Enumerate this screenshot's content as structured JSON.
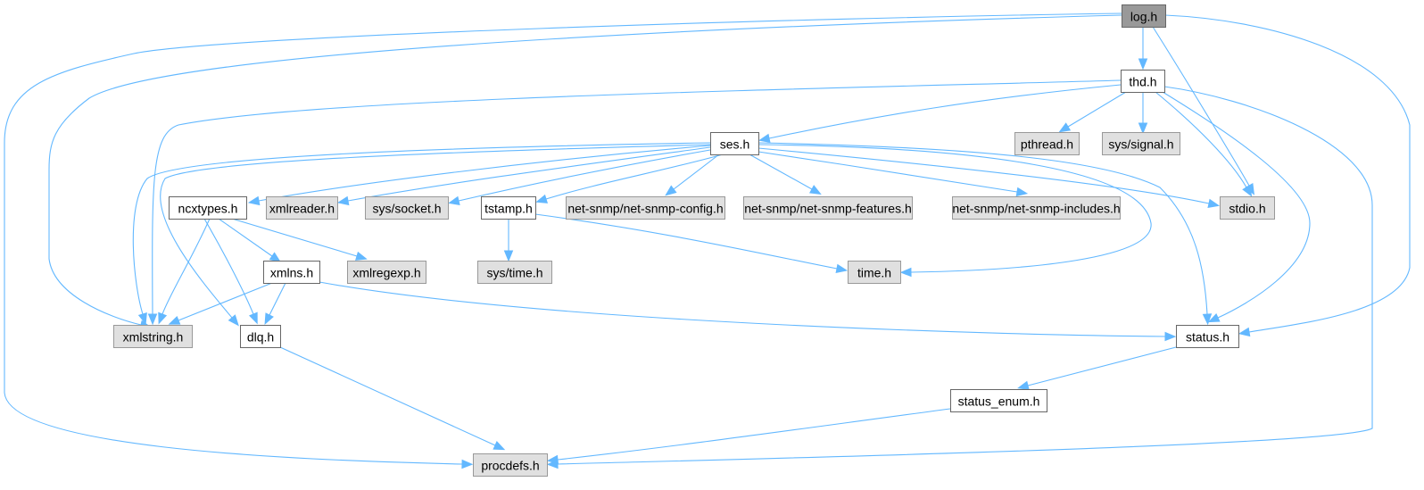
{
  "title": "Include dependency graph for log.h",
  "colors": {
    "edge": "#63b8ff",
    "root_fill": "#999999",
    "local_fill": "#ffffff",
    "external_fill": "#e0e0e0",
    "border_dark": "#666666",
    "border_light": "#999999"
  },
  "nodes": [
    {
      "id": "log",
      "label": "log.h",
      "kind": "root"
    },
    {
      "id": "thd",
      "label": "thd.h",
      "kind": "local"
    },
    {
      "id": "pthread",
      "label": "pthread.h",
      "kind": "ext"
    },
    {
      "id": "signal",
      "label": "sys/signal.h",
      "kind": "ext"
    },
    {
      "id": "ses",
      "label": "ses.h",
      "kind": "local"
    },
    {
      "id": "ncxtypes",
      "label": "ncxtypes.h",
      "kind": "local"
    },
    {
      "id": "xmlreader",
      "label": "xmlreader.h",
      "kind": "ext"
    },
    {
      "id": "socket",
      "label": "sys/socket.h",
      "kind": "ext"
    },
    {
      "id": "tstamp",
      "label": "tstamp.h",
      "kind": "local"
    },
    {
      "id": "nsconfig",
      "label": "net-snmp/net-snmp-config.h",
      "kind": "ext"
    },
    {
      "id": "nsfeatures",
      "label": "net-snmp/net-snmp-features.h",
      "kind": "ext"
    },
    {
      "id": "nsincludes",
      "label": "net-snmp/net-snmp-includes.h",
      "kind": "ext"
    },
    {
      "id": "stdio",
      "label": "stdio.h",
      "kind": "ext"
    },
    {
      "id": "xmlns",
      "label": "xmlns.h",
      "kind": "local"
    },
    {
      "id": "xmlregexp",
      "label": "xmlregexp.h",
      "kind": "ext"
    },
    {
      "id": "systime",
      "label": "sys/time.h",
      "kind": "ext"
    },
    {
      "id": "time",
      "label": "time.h",
      "kind": "ext"
    },
    {
      "id": "xmlstring",
      "label": "xmlstring.h",
      "kind": "ext"
    },
    {
      "id": "dlq",
      "label": "dlq.h",
      "kind": "local"
    },
    {
      "id": "status",
      "label": "status.h",
      "kind": "local"
    },
    {
      "id": "status_enum",
      "label": "status_enum.h",
      "kind": "local"
    },
    {
      "id": "procdefs",
      "label": "procdefs.h",
      "kind": "ext"
    }
  ],
  "edges": [
    [
      "log",
      "thd"
    ],
    [
      "log",
      "stdio"
    ],
    [
      "log",
      "status"
    ],
    [
      "log",
      "xmlstring"
    ],
    [
      "log",
      "procdefs"
    ],
    [
      "thd",
      "pthread"
    ],
    [
      "thd",
      "signal"
    ],
    [
      "thd",
      "ses"
    ],
    [
      "thd",
      "stdio"
    ],
    [
      "thd",
      "status"
    ],
    [
      "thd",
      "xmlstring"
    ],
    [
      "thd",
      "procdefs"
    ],
    [
      "ses",
      "ncxtypes"
    ],
    [
      "ses",
      "xmlreader"
    ],
    [
      "ses",
      "socket"
    ],
    [
      "ses",
      "tstamp"
    ],
    [
      "ses",
      "nsconfig"
    ],
    [
      "ses",
      "nsfeatures"
    ],
    [
      "ses",
      "nsincludes"
    ],
    [
      "ses",
      "stdio"
    ],
    [
      "ses",
      "time"
    ],
    [
      "ses",
      "status"
    ],
    [
      "ses",
      "xmlstring"
    ],
    [
      "ses",
      "dlq"
    ],
    [
      "ncxtypes",
      "xmlns"
    ],
    [
      "ncxtypes",
      "xmlregexp"
    ],
    [
      "ncxtypes",
      "xmlstring"
    ],
    [
      "ncxtypes",
      "dlq"
    ],
    [
      "tstamp",
      "systime"
    ],
    [
      "tstamp",
      "time"
    ],
    [
      "xmlns",
      "xmlstring"
    ],
    [
      "xmlns",
      "dlq"
    ],
    [
      "xmlns",
      "status"
    ],
    [
      "dlq",
      "procdefs"
    ],
    [
      "status",
      "status_enum"
    ],
    [
      "status_enum",
      "procdefs"
    ]
  ]
}
